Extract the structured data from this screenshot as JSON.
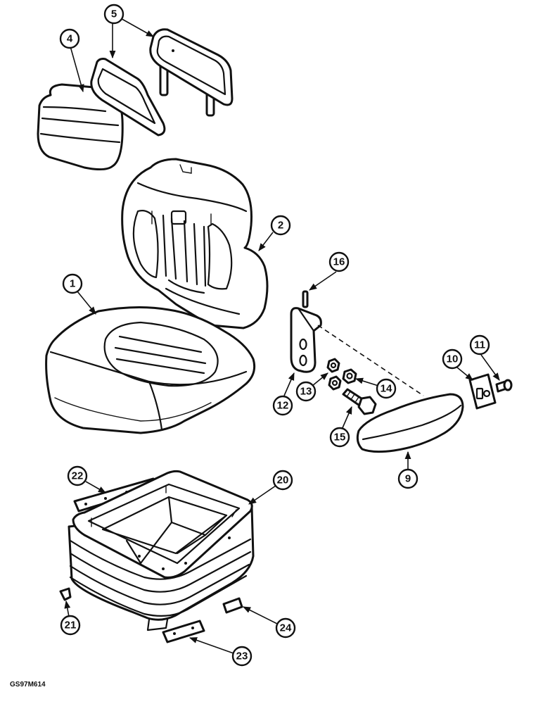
{
  "drawing_code": "GS97M614",
  "callouts": [
    "1",
    "2",
    "4",
    "5",
    "9",
    "10",
    "11",
    "12",
    "13",
    "14",
    "15",
    "16",
    "20",
    "21",
    "22",
    "23",
    "24"
  ]
}
